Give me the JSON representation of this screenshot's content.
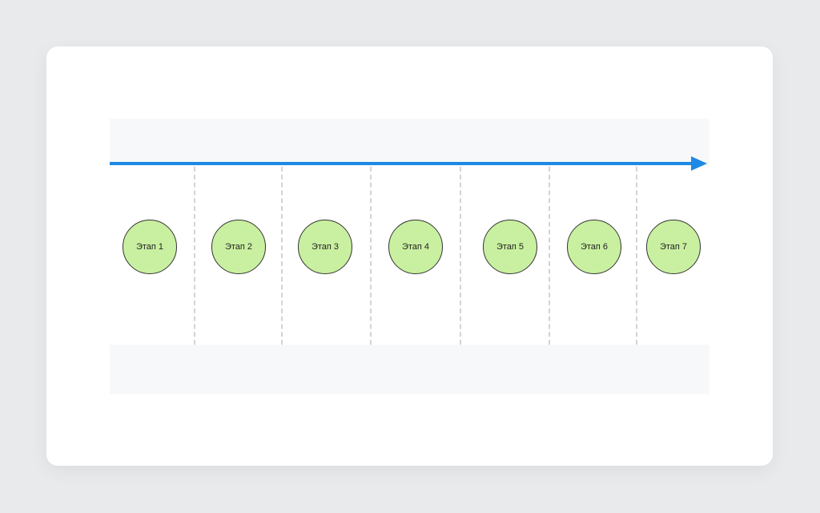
{
  "diagram": {
    "stages": [
      {
        "label": "Этап 1"
      },
      {
        "label": "Этап 2"
      },
      {
        "label": "Этап 3"
      },
      {
        "label": "Этап 4"
      },
      {
        "label": "Этап 5"
      },
      {
        "label": "Этап 6"
      },
      {
        "label": "Этап 7"
      }
    ],
    "colors": {
      "arrow": "#1e88e5",
      "stage_fill": "#c9f0a0",
      "stage_border": "#333333",
      "divider": "#d3d3d3"
    }
  }
}
